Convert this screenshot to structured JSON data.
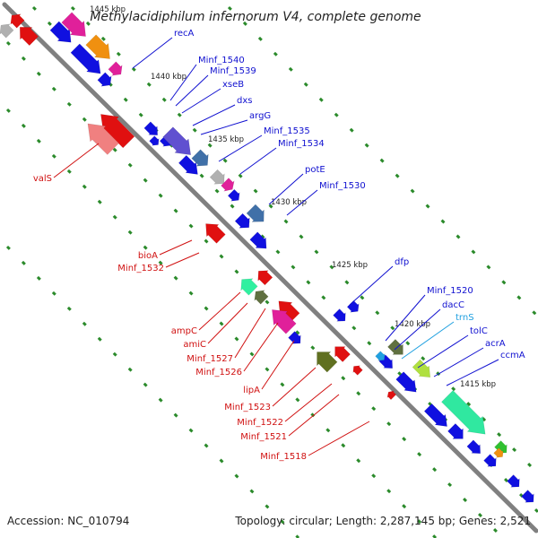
{
  "title": "Methylacidiphilum infernorum V4, complete genome",
  "footer": {
    "accession": "Accession: NC_010794",
    "summary": "Topology: circular; Length: 2,287,145 bp; Genes: 2,521"
  },
  "colors": {
    "forward_gene": "#1010e0",
    "reverse_gene": "#e01010",
    "forward_label": "#1010d0",
    "reverse_label": "#d01010",
    "rna_label": "#20a0e0",
    "dna_axis": "#808080",
    "dotted_track": "#2a8a2a"
  },
  "ticks": [
    "1445 kbp",
    "1440 kbp",
    "1435 kbp",
    "1430 kbp",
    "1425 kbp",
    "1420 kbp",
    "1415 kbp"
  ],
  "forward_labels": [
    "recA",
    "Minf_1540",
    "Minf_1539",
    "xseB",
    "dxs",
    "argG",
    "Minf_1535",
    "Minf_1534",
    "potE",
    "Minf_1530",
    "dfp",
    "Minf_1520",
    "dacC",
    "trnS",
    "tolC",
    "acrA",
    "ccmA"
  ],
  "reverse_labels": [
    "valS",
    "bioA",
    "Minf_1532",
    "ampC",
    "amiC",
    "Minf_1527",
    "Minf_1526",
    "lipA",
    "Minf_1523",
    "Minf_1522",
    "Minf_1521",
    "Minf_1518"
  ]
}
